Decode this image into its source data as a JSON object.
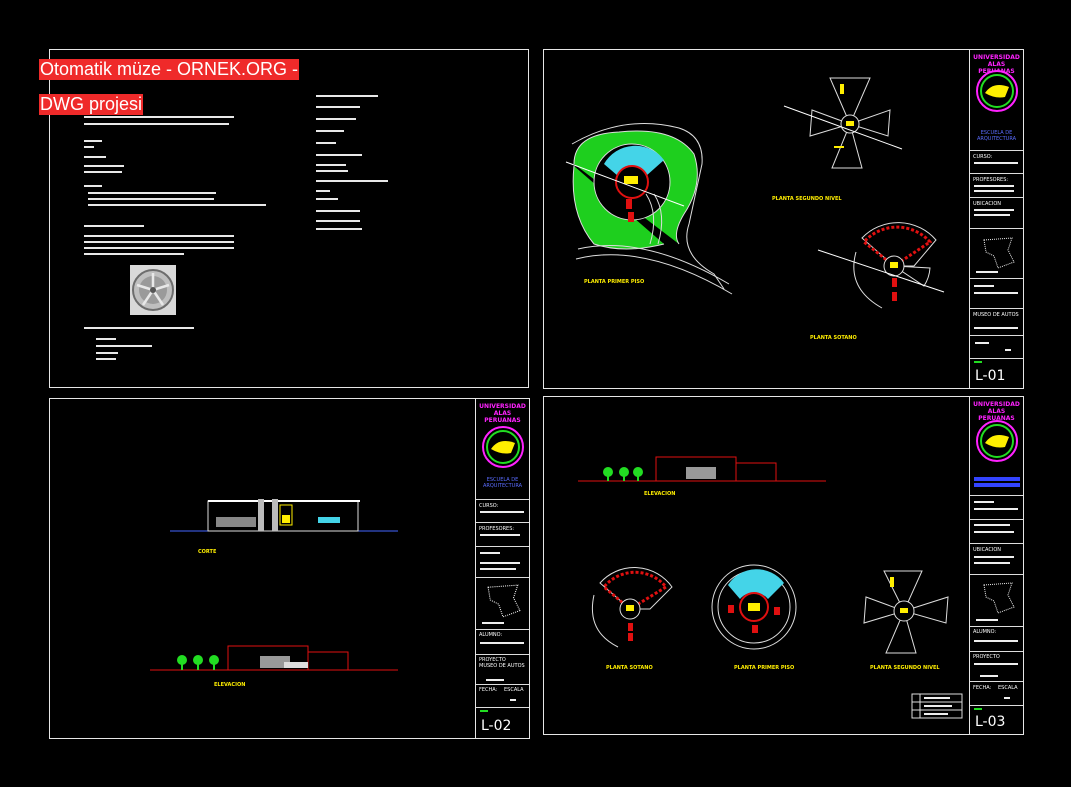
{
  "watermark": {
    "line1": "Otomatik müze - ORNEK.ORG -",
    "line2": "DWG projesi"
  },
  "titleblock": {
    "university": "UNIVERSIDAD ALAS PERUANAS",
    "faculty": "ESCUELA DE ARQUITECTURA",
    "curso": "CURSO:",
    "profesores": "PROFESORES:",
    "ubicacion": "UBICACION",
    "alumno": "ALUMNO:",
    "proyecto": "PROYECTO",
    "project_name": "MUSEO DE AUTOS",
    "fecha": "FECHA:",
    "escala": "ESCALA"
  },
  "sheets": {
    "l01": {
      "number": "L-01",
      "labels": {
        "first": "PLANTA PRIMER PISO",
        "second": "PLANTA SEGUNDO NIVEL",
        "basement": "PLANTA SOTANO"
      }
    },
    "l02": {
      "number": "L-02",
      "labels": {
        "section": "CORTE",
        "elevation": "ELEVACION"
      }
    },
    "l03": {
      "number": "L-03",
      "labels": {
        "elevation": "ELEVACION",
        "basement": "PLANTA SOTANO",
        "first": "PLANTA PRIMER PISO",
        "second": "PLANTA SEGUNDO NIVEL"
      }
    }
  },
  "colors": {
    "frame": "#e6e6e6",
    "label": "#ffee00",
    "accent_red": "#e01010",
    "accent_green": "#22dd22",
    "accent_cyan": "#44d4e8",
    "accent_magenta": "#ff22ff"
  }
}
